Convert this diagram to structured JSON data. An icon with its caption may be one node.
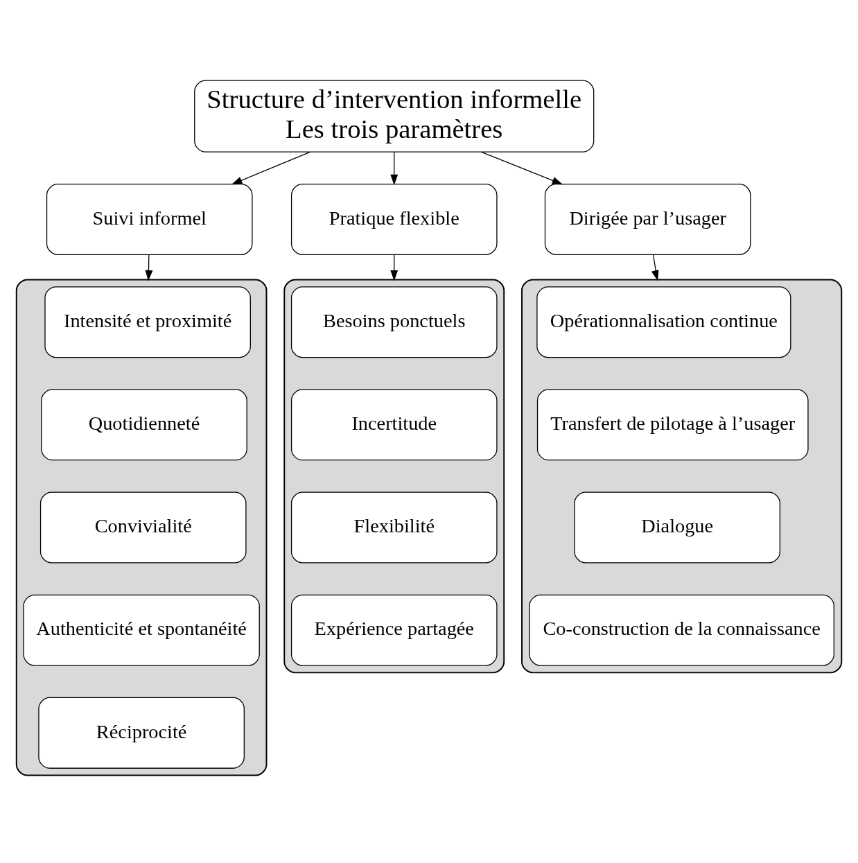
{
  "diagram": {
    "nodes": [
      {
        "text": [
          "Structure d’intervention informelle",
          "Les trois paramètres"
        ]
      },
      {
        "text": [
          "Suivi informel"
        ]
      },
      {
        "text": [
          "Pratique flexible"
        ]
      },
      {
        "text": [
          "Dirigée par l’usager"
        ]
      },
      {
        "text": [],
        "shape": "box"
      },
      {
        "text": [
          "Intensité et proximité"
        ],
        "in": 4
      },
      {
        "text": [
          "Quotidienneté"
        ],
        "in": 4
      },
      {
        "text": [
          "Convivialité"
        ],
        "in": 4
      },
      {
        "text": [
          "Authenticité et spontanéité"
        ],
        "in": 4
      },
      {
        "text": [
          "Réciprocité"
        ],
        "in": 4
      },
      {
        "text": [],
        "shape": "box"
      },
      {
        "text": [
          "Besoins ponctuels"
        ],
        "in": 10
      },
      {
        "text": [
          "Incertitude"
        ],
        "in": 10
      },
      {
        "text": [
          "Flexibilité"
        ],
        "in": 10
      },
      {
        "text": [
          "Expérience partagée"
        ],
        "in": 10
      },
      {
        "text": [],
        "shape": "box"
      },
      {
        "text": [
          "Opérationnalisation continue"
        ],
        "in": 15
      },
      {
        "text": [
          "Transfert de pilotage à l’usager"
        ],
        "in": 15
      },
      {
        "text": [
          "Dialogue"
        ],
        "in": 15
      },
      {
        "text": [
          "Co-construction de la connaissance"
        ],
        "in": 15
      }
    ],
    "edges": [
      {
        "from": 0,
        "to": 1,
        "arrow": "to"
      },
      {
        "from": 0,
        "to": 2,
        "arrow": "to"
      },
      {
        "from": 0,
        "to": 3,
        "arrow": "to"
      },
      {
        "from": 1,
        "to": 4,
        "arrow": "to"
      },
      {
        "from": 2,
        "to": 10,
        "arrow": "to"
      },
      {
        "from": 3,
        "to": 15,
        "arrow": "to"
      }
    ]
  }
}
